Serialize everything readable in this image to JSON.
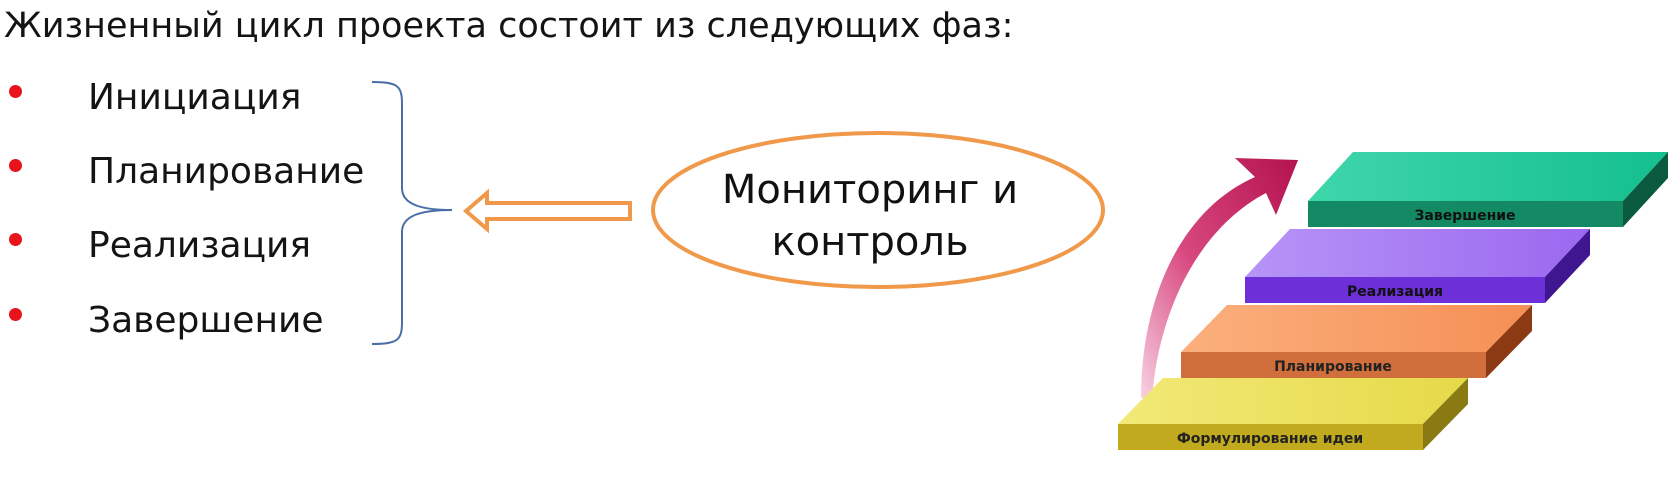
{
  "heading": "Жизненный цикл проекта состоит из следующих фаз:",
  "phases": [
    "Инициация",
    "Планирование",
    "Реализация",
    "Завершение"
  ],
  "monitoring": {
    "line1": "Мониторинг и",
    "line2": "контроль"
  },
  "stairs": {
    "steps": [
      "Формулирование идеи",
      "Планирование",
      "Реализация",
      "Завершение"
    ]
  },
  "colors": {
    "bullet": "#e8141b",
    "brace": "#4a6fa8",
    "arrow_outline": "#f0994a",
    "ellipse_outline": "#f0994a",
    "step1": "#ede15a",
    "step2": "#f79a62",
    "step3": "#a77bf2",
    "step4": "#1fc79a",
    "curve_arrow": "#c2185b"
  }
}
